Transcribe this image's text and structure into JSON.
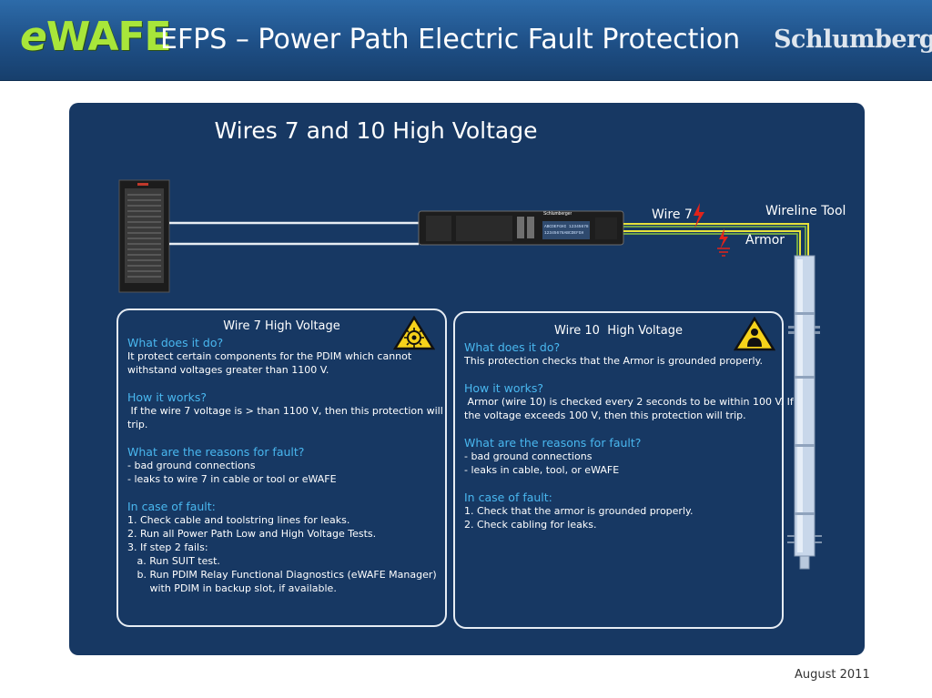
{
  "header": {
    "logo_e": "e",
    "logo_wafe": "WAFE",
    "title": "EFPS – Power Path Electric Fault Protection",
    "brand": "Schlumberger",
    "colors": {
      "header_blue": "#1e4f86",
      "logo_green": "#a8e63a"
    }
  },
  "diagram": {
    "title": "Wires 7 and 10 High Voltage",
    "labels": {
      "wire7": "Wire 7",
      "armor": "Armor",
      "wireline_tool": "Wireline Tool"
    },
    "device_brand": "Schlumberger",
    "display_line1": "ABCDEFGHI 12345678",
    "display_line2": "12345678ABCDEFGH",
    "colors": {
      "panel": "#173863",
      "wire_yellow": "#e8e23a",
      "wire_green": "#8bc53f",
      "lightning": "#e2231a"
    },
    "icons": [
      "lightning-icon",
      "ground-icon",
      "high-voltage-warning-icon",
      "person-warning-icon"
    ]
  },
  "box7": {
    "title": "Wire 7 High Voltage",
    "sections": [
      {
        "heading": "What does it do?",
        "lines": [
          "It protect certain components for the PDIM which cannot",
          "withstand voltages greater than 1100 V."
        ]
      },
      {
        "heading": "How it works?",
        "lines": [
          " If the wire 7 voltage is > than 1100 V, then this protection will",
          "trip."
        ]
      },
      {
        "heading": "What are the reasons for fault?",
        "lines": [
          "- bad ground connections",
          "- leaks to wire 7 in cable or tool or eWAFE"
        ]
      },
      {
        "heading": "In case of fault:",
        "lines": [
          "1. Check cable and toolstring lines for leaks.",
          "2. Run all Power Path Low and High Voltage Tests.",
          "3. If step 2 fails:",
          "   a. Run SUIT test.",
          "   b. Run PDIM Relay Functional Diagnostics (eWAFE Manager)",
          "       with PDIM in backup slot, if available."
        ]
      }
    ]
  },
  "box10": {
    "title": "Wire 10  High Voltage",
    "sections": [
      {
        "heading": "What does it do?",
        "lines": [
          "This protection checks that the Armor is grounded properly."
        ]
      },
      {
        "heading": "How it works?",
        "lines": [
          " Armor (wire 10) is checked every 2 seconds to be within 100 V. If",
          "the voltage exceeds 100 V, then this protection will trip."
        ]
      },
      {
        "heading": "What are the reasons for fault?",
        "lines": [
          "- bad ground connections",
          "- leaks in cable, tool, or eWAFE"
        ]
      },
      {
        "heading": "In case of fault:",
        "lines": [
          "1. Check that the armor is grounded properly.",
          "2. Check cabling for leaks."
        ]
      }
    ]
  },
  "footer": {
    "date": "August 2011"
  }
}
